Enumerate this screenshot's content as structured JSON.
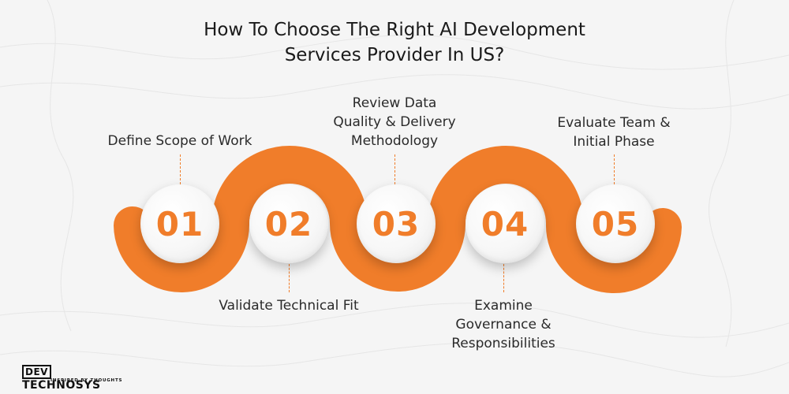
{
  "title_line1": "How To Choose The Right AI Development",
  "title_line2": "Services Provider In US?",
  "steps": [
    {
      "number": "01",
      "label_lines": [
        "Define Scope of Work"
      ]
    },
    {
      "number": "02",
      "label_lines": [
        "Validate Technical Fit"
      ]
    },
    {
      "number": "03",
      "label_lines": [
        "Review Data",
        "Quality & Delivery",
        "Methodology"
      ]
    },
    {
      "number": "04",
      "label_lines": [
        "Examine",
        "Governance &",
        "Responsibilities"
      ]
    },
    {
      "number": "05",
      "label_lines": [
        "Evaluate Team &",
        "Initial Phase"
      ]
    }
  ],
  "logo": {
    "mark": "DEV",
    "name": "TECHNOSYS",
    "tagline": "INSPIRED BY THOUGHTS"
  },
  "colors": {
    "accent": "#f07d2a",
    "background": "#f5f5f5",
    "text": "#2a2a2a"
  }
}
